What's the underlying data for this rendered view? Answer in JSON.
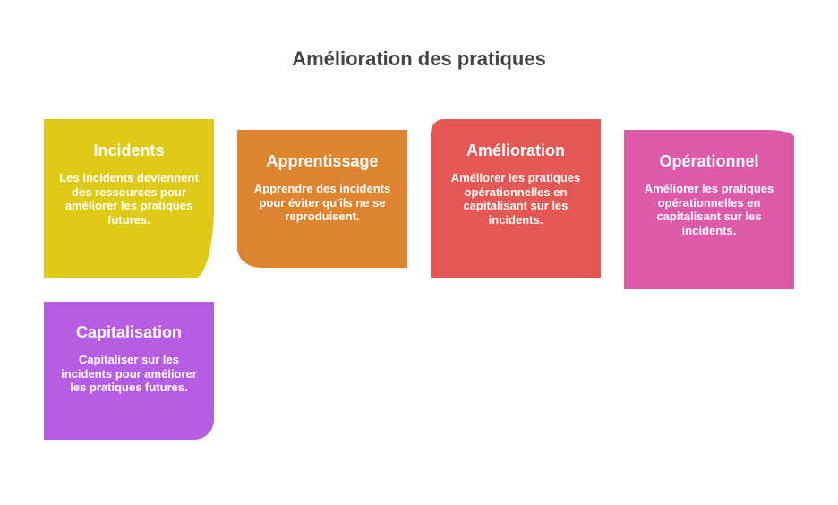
{
  "title": "Amélioration des pratiques",
  "cards": [
    {
      "heading": "Incidents",
      "text": "Les incidents deviennent des ressources pour améliorer les pratiques futures.",
      "color": "#DFCA17"
    },
    {
      "heading": "Apprentissage",
      "text": "Apprendre des incidents pour éviter qu'ils ne se reproduisent.",
      "color": "#DE8431"
    },
    {
      "heading": "Amélioration",
      "text": "Améliorer les pratiques opérationnelles en capitalisant sur les incidents.",
      "color": "#E45755"
    },
    {
      "heading": "Opérationnel",
      "text": "Améliorer les pratiques opérationnelles en capitalisant sur les incidents.",
      "color": "#DD5AAB"
    },
    {
      "heading": "Capitalisation",
      "text": "Capitaliser sur les incidents pour améliorer les pratiques futures.",
      "color": "#B75DE3"
    }
  ]
}
